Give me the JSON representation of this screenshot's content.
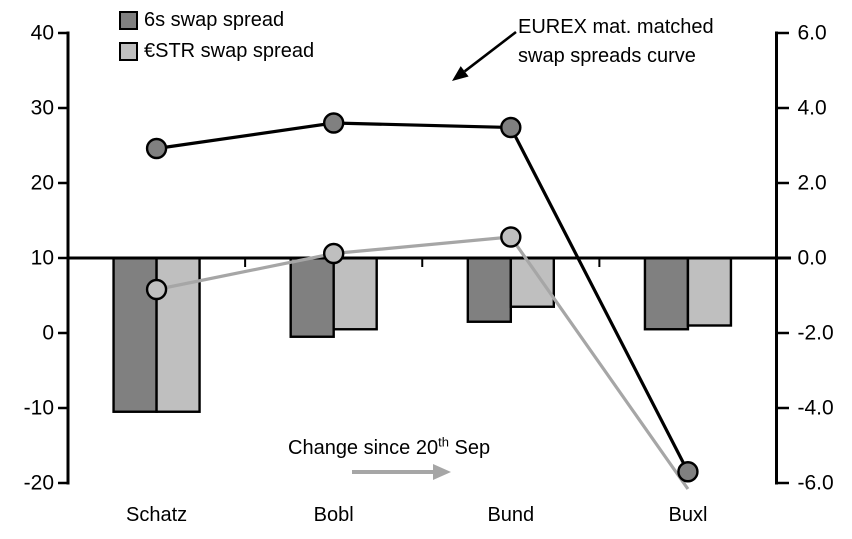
{
  "chart_data": {
    "type": "combo",
    "title": "",
    "categories": [
      "Schatz",
      "Bobl",
      "Bund",
      "Buxl"
    ],
    "bar_series": [
      {
        "name": "6s swap spread change",
        "axis": "right",
        "color": "#808080",
        "values": [
          -4.1,
          -2.1,
          -1.7,
          -1.9
        ]
      },
      {
        "name": "€STR swap spread change",
        "axis": "right",
        "color": "#bfbfbf",
        "values": [
          -4.1,
          -1.9,
          -1.3,
          -1.8
        ]
      }
    ],
    "line_series": [
      {
        "name": "€STR swap spreads curve",
        "axis": "left",
        "color": "#a6a6a6",
        "marker_fill": "#bfbfbf",
        "values": [
          5.8,
          10.6,
          12.8,
          -20.8
        ],
        "markers": [
          true,
          true,
          true,
          false
        ]
      },
      {
        "name": "6s swap spreads curve",
        "axis": "left",
        "color": "#000000",
        "marker_fill": "#808080",
        "values": [
          24.6,
          28.0,
          27.4,
          -18.5
        ],
        "markers": [
          true,
          true,
          true,
          true
        ]
      }
    ],
    "left_axis": {
      "min": -20,
      "max": 40,
      "tick_labels": [
        "40",
        "30",
        "20",
        "10",
        "0",
        "-10",
        "-20"
      ]
    },
    "right_axis": {
      "min": -6,
      "max": 6,
      "tick_labels": [
        "6.0",
        "4.0",
        "2.0",
        "0.0",
        "-2.0",
        "-4.0",
        "-6.0"
      ]
    },
    "bar_baseline_right": 0,
    "legend_position": "top-left",
    "grid": false
  },
  "legend": {
    "items": [
      {
        "label": "6s swap spread",
        "color": "#808080"
      },
      {
        "label": "€STR swap spread",
        "color": "#bfbfbf"
      }
    ]
  },
  "annotations": {
    "curve_label_line1": "EUREX mat. matched",
    "curve_label_line2": "swap spreads curve",
    "change_prefix": "Change since 20",
    "change_sup": "th",
    "change_suffix": " Sep"
  },
  "colors": {
    "bar_dark": "#808080",
    "bar_light": "#bfbfbf",
    "line_dark": "#000000",
    "line_gray": "#a6a6a6",
    "axis": "#000000",
    "text": "#000000",
    "background": "#ffffff"
  }
}
